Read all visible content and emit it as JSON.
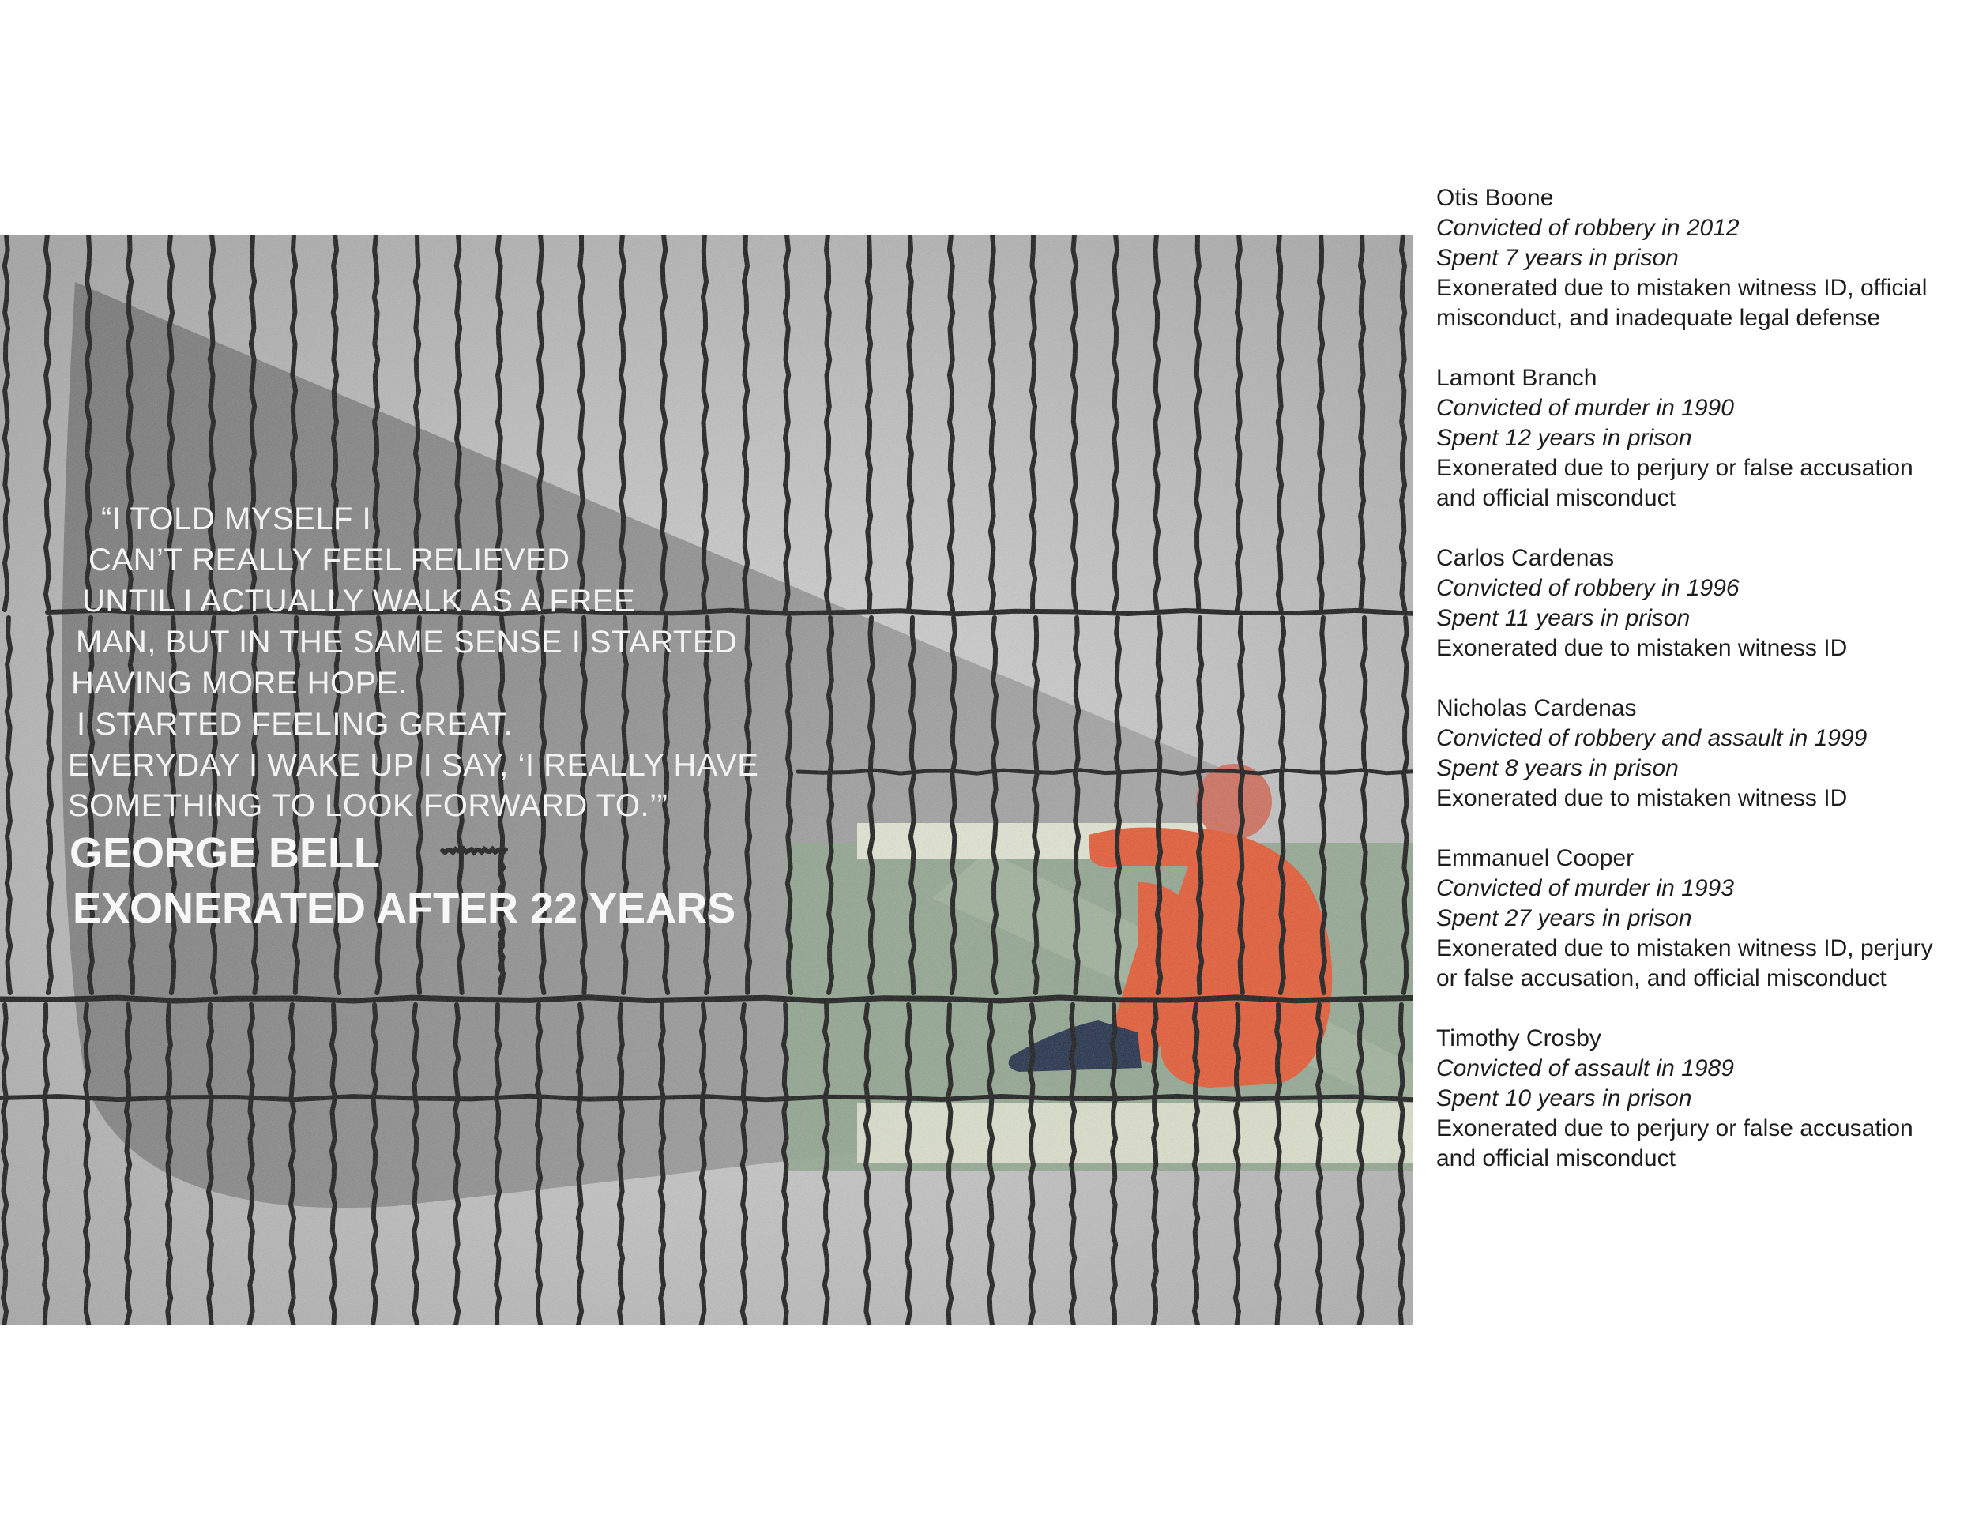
{
  "quote": {
    "lines": [
      "“I TOLD MYSELF I",
      "CAN’T REALLY FEEL RELIEVED",
      "UNTIL I ACTUALLY WALK AS A FREE",
      "MAN, BUT IN THE SAME SENSE I STARTED",
      "HAVING MORE HOPE.",
      "I STARTED FEELING GREAT.",
      "EVERYDAY I WAKE UP I SAY, ‘I REALLY HAVE",
      "SOMETHING TO LOOK FORWARD TO.’”"
    ],
    "name": "GEORGE BELL",
    "subtitle": "EXONERATED AFTER 22 YEARS"
  },
  "exonerees": [
    {
      "name": "Otis Boone",
      "conviction": "Convicted of robbery in 2012",
      "time_served": "Spent 7 years in prison",
      "reason": "Exonerated due to mistaken witness ID, official misconduct, and inadequate legal defense"
    },
    {
      "name": "Lamont Branch",
      "conviction": "Convicted of murder in 1990",
      "time_served": "Spent 12 years in prison",
      "reason": "Exonerated due to perjury or false accusation and official misconduct"
    },
    {
      "name": "Carlos Cardenas",
      "conviction": "Convicted of robbery in 1996",
      "time_served": "Spent 11 years in prison",
      "reason": "Exonerated due to mistaken witness ID"
    },
    {
      "name": "Nicholas Cardenas",
      "conviction": "Convicted of robbery and assault in 1999",
      "time_served": "Spent 8 years in prison",
      "reason": "Exonerated due to mistaken witness ID"
    },
    {
      "name": "Emmanuel Cooper",
      "conviction": "Convicted of murder in 1993",
      "time_served": "Spent 27 years in prison",
      "reason": "Exonerated due to mistaken witness ID, perjury or false accusation, and official misconduct"
    },
    {
      "name": "Timothy Crosby",
      "conviction": "Convicted of assault in 1989",
      "time_served": "Spent 10 years in prison",
      "reason": "Exonerated due to perjury or false accusation and official misconduct"
    }
  ],
  "colors": {
    "background": "#ffffff",
    "wall": "#b4b4b4",
    "shadow": "#7c7c7c",
    "bars": "#141414",
    "floor": "#8fa58d",
    "bench": "#e2e6d2",
    "jumpsuit": "#e5562f",
    "head": "#cf6c5a",
    "shoes": "#1b2a44",
    "text_light": "#f3f3f3",
    "text_dark": "#1d1d1d"
  }
}
